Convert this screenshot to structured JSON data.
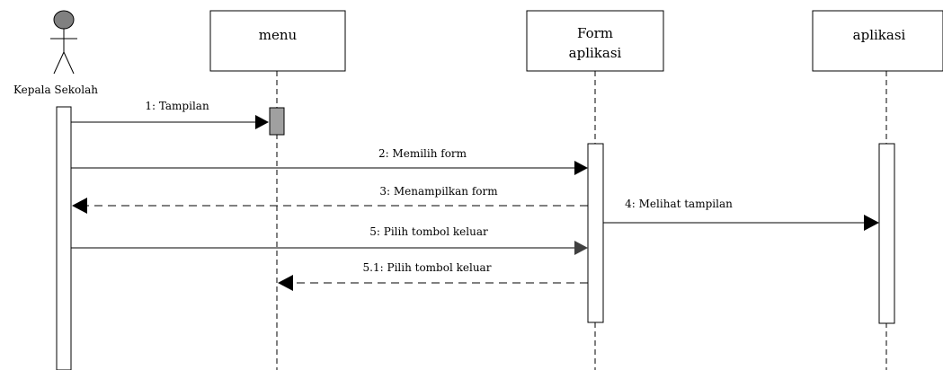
{
  "actor": {
    "name": "Kepala Sekolah"
  },
  "objects": {
    "menu": {
      "label": "menu"
    },
    "form": {
      "label_line1": "Form",
      "label_line2": "aplikasi"
    },
    "aplikasi": {
      "label": "aplikasi"
    }
  },
  "messages": {
    "m1": "1: Tampilan",
    "m2": "2: Memilih form",
    "m3": "3: Menampilkan form",
    "m4": "4: Melihat tampilan",
    "m5": "5: Pilih tombol keluar",
    "m51": "5.1:  Pilih tombol keluar"
  },
  "colors": {
    "line": "#000000",
    "actor_head": "#808080",
    "menu_activation": "#a0a0a0",
    "activation": "#ffffff",
    "arrowhead": "#000000",
    "arrowhead_grey": "#404040"
  }
}
